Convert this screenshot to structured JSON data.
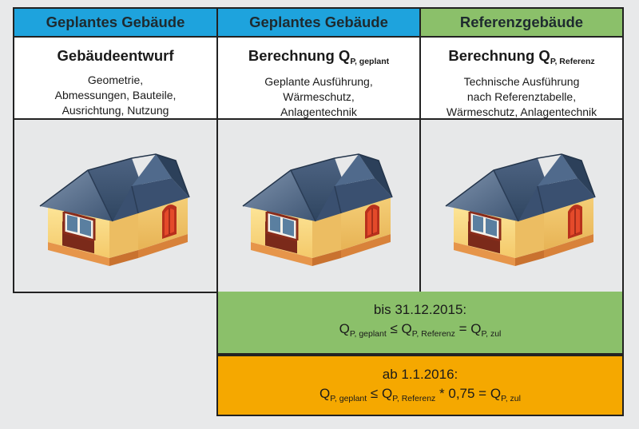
{
  "columns": [
    {
      "header": "Geplantes Gebäude",
      "header_color": "#1ea3dd",
      "title": "Gebäudeentwurf",
      "title_sub": "",
      "lines": [
        "Geometrie,",
        "Abmessungen, Bauteile,",
        "Ausrichtung, Nutzung"
      ]
    },
    {
      "header": "Geplantes Gebäude",
      "header_color": "#1ea3dd",
      "title": "Berechnung Q",
      "title_sub": "P, geplant",
      "lines": [
        "Geplante Ausführung,",
        "Wärmeschutz,",
        "Anlagentechnik"
      ]
    },
    {
      "header": "Referenzgebäude",
      "header_color": "#8bc06a",
      "title": "Berechnung Q",
      "title_sub": "P, Referenz",
      "lines": [
        "Technische Ausführung",
        "nach Referenztabelle,",
        "Wärmeschutz, Anlagentechnik"
      ]
    }
  ],
  "house_icons": [
    "house-icon",
    "house-icon",
    "house-icon"
  ],
  "rule1": {
    "date": "bis 31.12.2015:",
    "q1": "Q",
    "q1_sub": "P, geplant",
    "op1": " ≤ ",
    "q2": "Q",
    "q2_sub": "P, Referenz",
    "op2": " = ",
    "q3": "Q",
    "q3_sub": "P, zul",
    "color": "#8bc06a"
  },
  "rule2": {
    "date": "ab 1.1.2016:",
    "q1": "Q",
    "q1_sub": "P, geplant",
    "op1": " ≤ ",
    "q2": "Q",
    "q2_sub": "P, Referenz",
    "op2": " * 0,75 = ",
    "q3": "Q",
    "q3_sub": "P, zul",
    "color": "#f5a800"
  }
}
